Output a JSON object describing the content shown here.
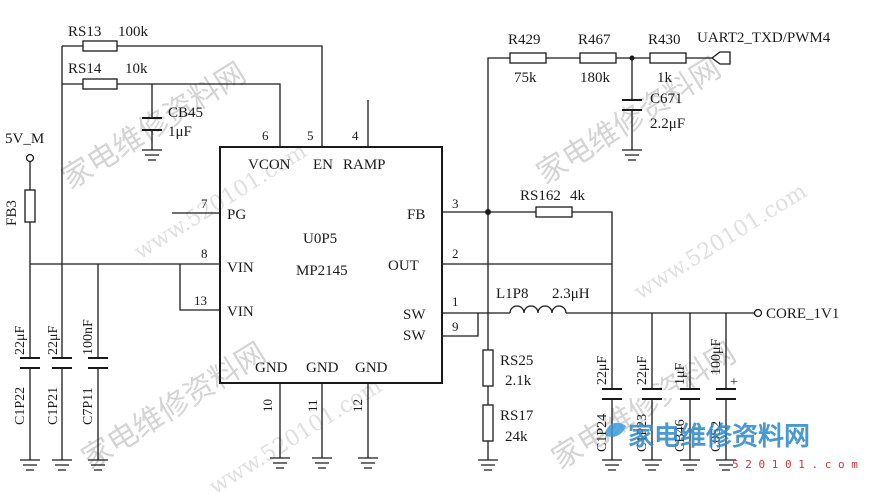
{
  "chip": {
    "ref": "U0P5",
    "part": "MP2145",
    "pins": {
      "vcon": "VCON",
      "en": "EN",
      "ramp": "RAMP",
      "pg": "PG",
      "vin": "VIN",
      "fb": "FB",
      "out": "OUT",
      "sw": "SW",
      "gnd": "GND"
    },
    "pin_numbers": {
      "p1": "1",
      "p2": "2",
      "p3": "3",
      "p4": "4",
      "p5": "5",
      "p6": "6",
      "p7": "7",
      "p8": "8",
      "p9": "9",
      "p10": "10",
      "p11": "11",
      "p12": "12",
      "p13": "13"
    }
  },
  "nets": {
    "input": "5V_M",
    "output": "CORE_1V1",
    "uart": "UART2_TXD/PWM4"
  },
  "components": {
    "rs13": {
      "ref": "RS13",
      "value": "100k"
    },
    "rs14": {
      "ref": "RS14",
      "value": "10k"
    },
    "cb45": {
      "ref": "CB45",
      "value": "1μF"
    },
    "fb3": {
      "ref": "FB3"
    },
    "c1p22": {
      "ref": "C1P22",
      "value": "22μF"
    },
    "c1p21": {
      "ref": "C1P21",
      "value": "22μF"
    },
    "c7p11": {
      "ref": "C7P11",
      "value": "100nF"
    },
    "r429": {
      "ref": "R429",
      "value": "75k"
    },
    "r467": {
      "ref": "R467",
      "value": "180k"
    },
    "r430": {
      "ref": "R430",
      "value": "1k"
    },
    "c671": {
      "ref": "C671",
      "value": "2.2μF"
    },
    "rs162": {
      "ref": "RS162",
      "value": "4k"
    },
    "l1p8": {
      "ref": "L1P8",
      "value": "2.3μH"
    },
    "rs25": {
      "ref": "RS25",
      "value": "2.1k"
    },
    "rs17": {
      "ref": "RS17",
      "value": "24k"
    },
    "c1p24": {
      "ref": "C1P24",
      "value": "22μF"
    },
    "c1p23": {
      "ref": "C1P23",
      "value": "22μF"
    },
    "cb46": {
      "ref": "CB46",
      "value": "1μF"
    },
    "c0s2": {
      "ref": "C0S2",
      "value": "100μF",
      "polarity": "+"
    }
  },
  "watermarks": {
    "site_cn": "家电维修资料网",
    "site_url": "www.520101.com",
    "logo_cn": "家电维修资料网",
    "logo_url": "5 2 0 1 0 1 . c o m"
  }
}
